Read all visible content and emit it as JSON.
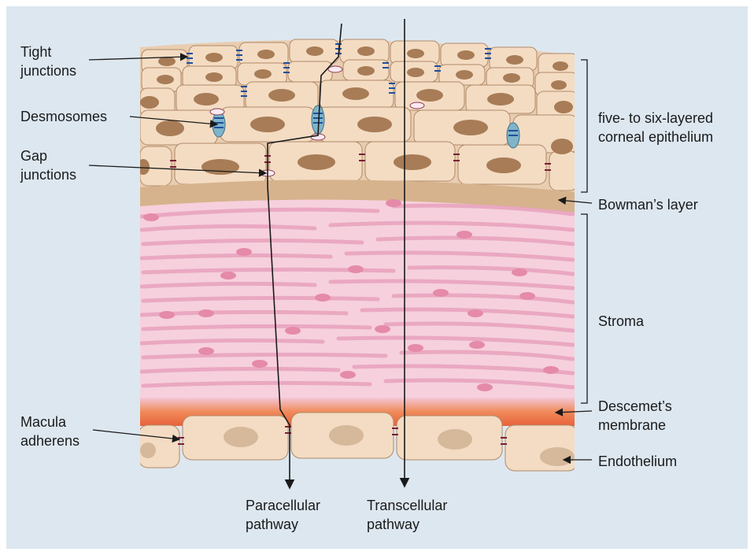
{
  "colors": {
    "background": "#dde7f0",
    "epithelium_cell": "#f4dcc3",
    "nucleus": "#a77c56",
    "bowman": "#d6b38d",
    "stroma": "#f4c7d6",
    "stroma_fiber": "#e8a2bd",
    "descemet": "#f08050",
    "endothelium_cell": "#f3dcc3",
    "tight_junction": "#1f4f9c",
    "desmosome": "#7fb4c9",
    "junction_mark": "#7a1f3a"
  },
  "labels": {
    "tight_junctions": "Tight\njunctions",
    "desmosomes": "Desmosomes",
    "gap_junctions": "Gap\njunctions",
    "macula_adherens": "Macula\nadherens",
    "epithelium": "five- to six-layered\ncorneal epithelium",
    "bowman": "Bowman’s layer",
    "stroma": "Stroma",
    "descemet": "Descemet’s\nmembrane",
    "endothelium": "Endothelium",
    "paracellular": "Paracellular\npathway",
    "transcellular": "Transcellular\npathway"
  }
}
